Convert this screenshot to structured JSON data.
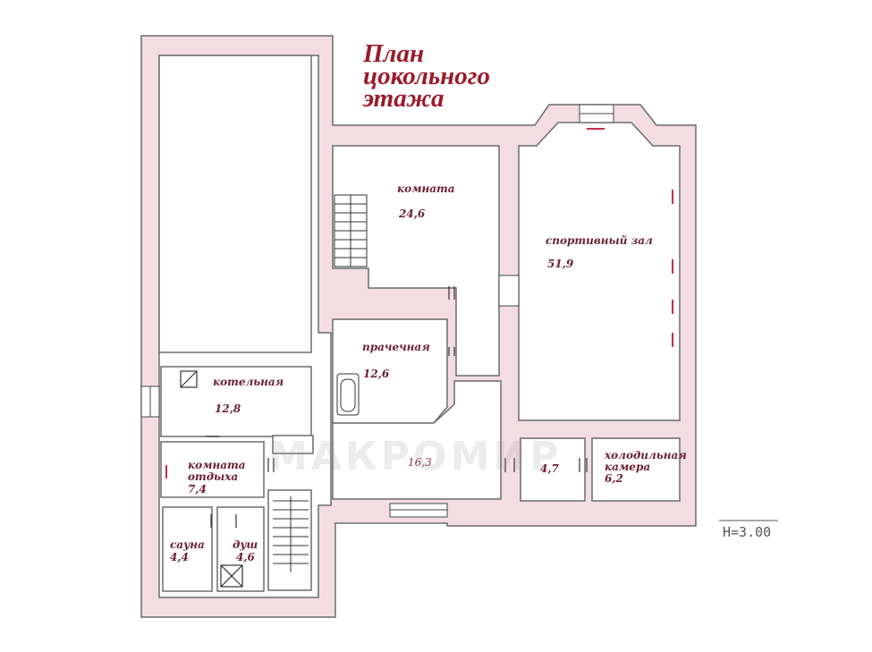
{
  "title": {
    "line1": "План",
    "line2": "цокольного",
    "line3": "этажа"
  },
  "height_note": "H=3.00",
  "watermark": "МАКРОМИР",
  "rooms": {
    "komnata": {
      "name": "комната",
      "area": "24,6"
    },
    "sport": {
      "name": "спортивный зал",
      "area": "51,9"
    },
    "prach": {
      "name": "прачечная",
      "area": "12,6"
    },
    "kotel": {
      "name": "котельная",
      "area": "12,8"
    },
    "otdykh": {
      "name_line1": "комната",
      "name_line2": "отдыха",
      "area": "7,4"
    },
    "hall": {
      "area": "16,3"
    },
    "small": {
      "area": "4,7"
    },
    "kholod": {
      "name_line1": "холодильная",
      "name_line2": "камера",
      "area": "6,2"
    },
    "sauna": {
      "name": "сауна",
      "area": "4,4"
    },
    "dush": {
      "name": "душ",
      "area": "4,6"
    }
  },
  "colors": {
    "wall_fill": "#f3dde3",
    "wall_line": "#6b6b6b",
    "label": "#6b1f2e",
    "title": "#9b1b2a"
  }
}
